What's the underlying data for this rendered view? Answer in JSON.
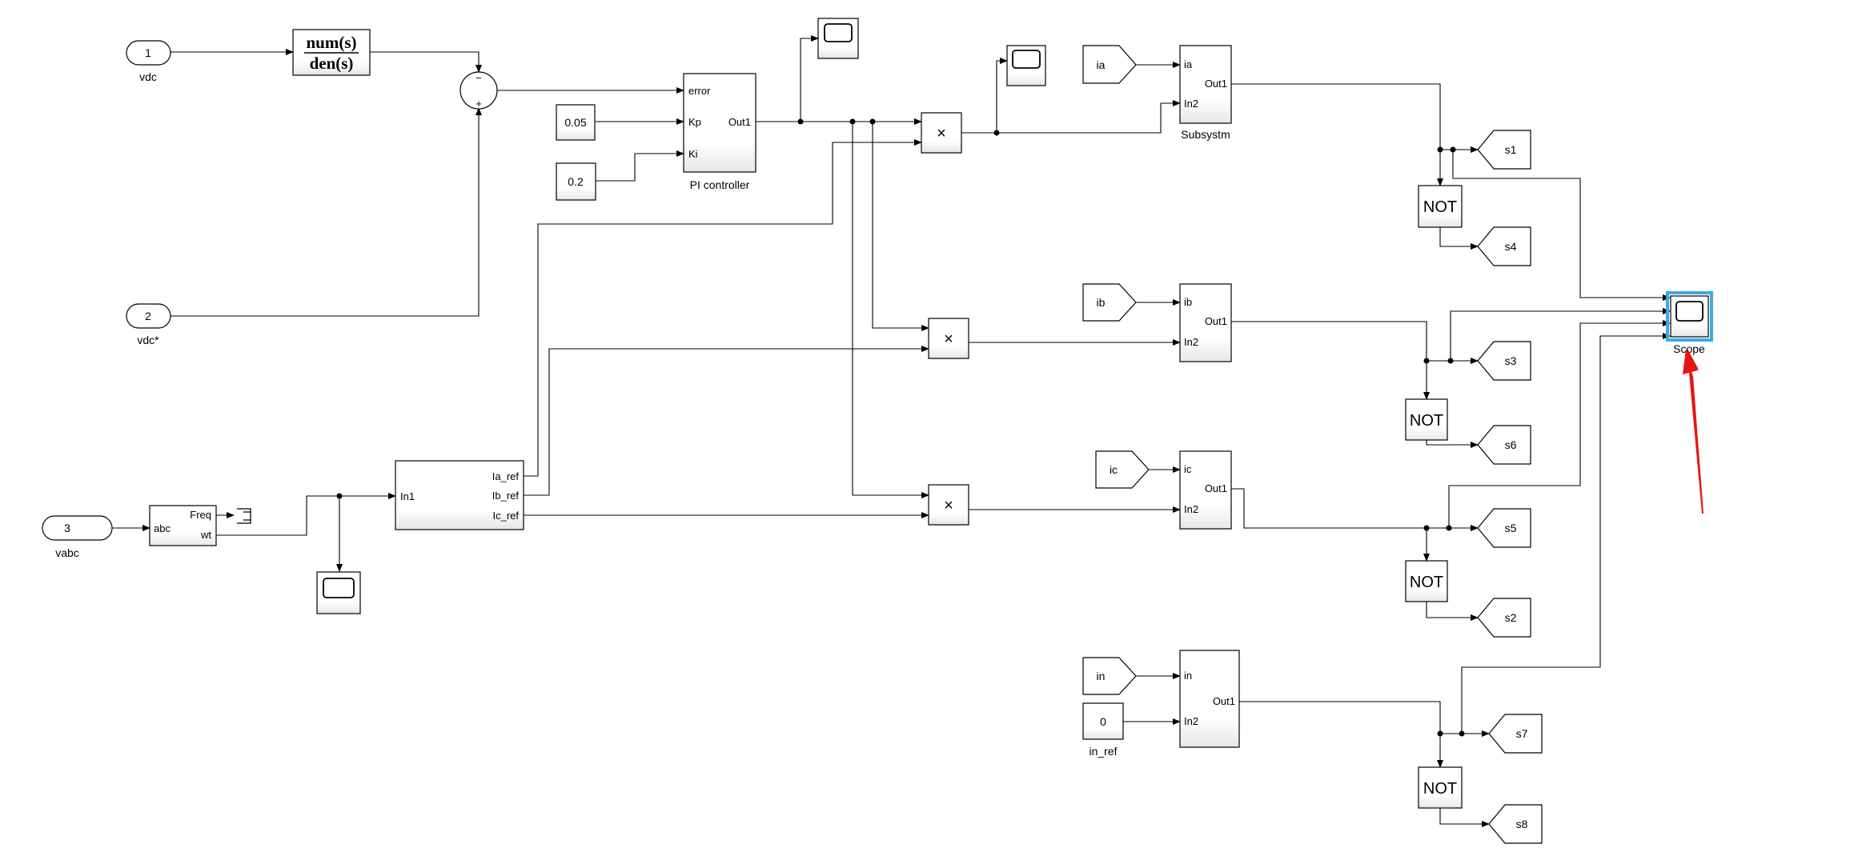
{
  "inports": [
    {
      "num": "1",
      "name": "vdc"
    },
    {
      "num": "2",
      "name": "vdc*"
    },
    {
      "num": "3",
      "name": "vabc"
    }
  ],
  "tf": {
    "num": "num(s)",
    "den": "den(s)"
  },
  "sum_signs": {
    "minus": "−",
    "plus": "+"
  },
  "constants": {
    "kp": "0.05",
    "ki": "0.2",
    "in_ref": "0"
  },
  "pi": {
    "ports_in": [
      "error",
      "Kp",
      "Ki"
    ],
    "port_out": "Out1",
    "name": "PI controller"
  },
  "pll": {
    "port_in": "abc",
    "ports_out": [
      "Freq",
      "wt"
    ]
  },
  "refgen": {
    "port_in": "In1",
    "ports_out": [
      "Ia_ref",
      "Ib_ref",
      "Ic_ref"
    ]
  },
  "product_symbol": "×",
  "gotos_from": [
    "ia",
    "ib",
    "ic",
    "in"
  ],
  "subsystems": [
    {
      "in1": "ia",
      "in2": "In2",
      "out": "Out1",
      "name": "Subsystm"
    },
    {
      "in1": "ib",
      "in2": "In2",
      "out": "Out1",
      "name": ""
    },
    {
      "in1": "ic",
      "in2": "In2",
      "out": "Out1",
      "name": ""
    },
    {
      "in1": "in",
      "in2": "In2",
      "out": "Out1",
      "name": ""
    }
  ],
  "in_ref_label": "in_ref",
  "not_label": "NOT",
  "gotos": [
    "s1",
    "s4",
    "s3",
    "s6",
    "s5",
    "s2",
    "s7",
    "s8"
  ],
  "scope_name": "Scope",
  "colors": {
    "selection": "#3fa7e6",
    "arrow": "#e81414"
  }
}
